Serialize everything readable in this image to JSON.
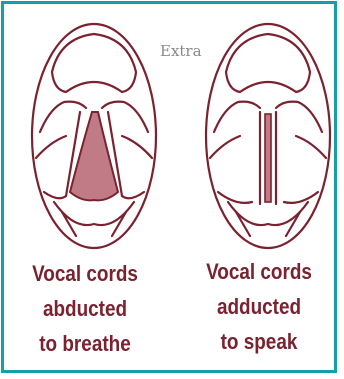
{
  "overlay": {
    "text": "Extra"
  },
  "figures": [
    {
      "state": "abducted",
      "caption": [
        "Vocal cords",
        "abducted",
        "to breathe"
      ]
    },
    {
      "state": "adducted",
      "caption": [
        "Vocal cords",
        "adducted",
        "to speak"
      ]
    }
  ],
  "colors": {
    "border": "#14a0a6",
    "outline": "#7a2230",
    "glottis_fill": "#c07b86"
  }
}
